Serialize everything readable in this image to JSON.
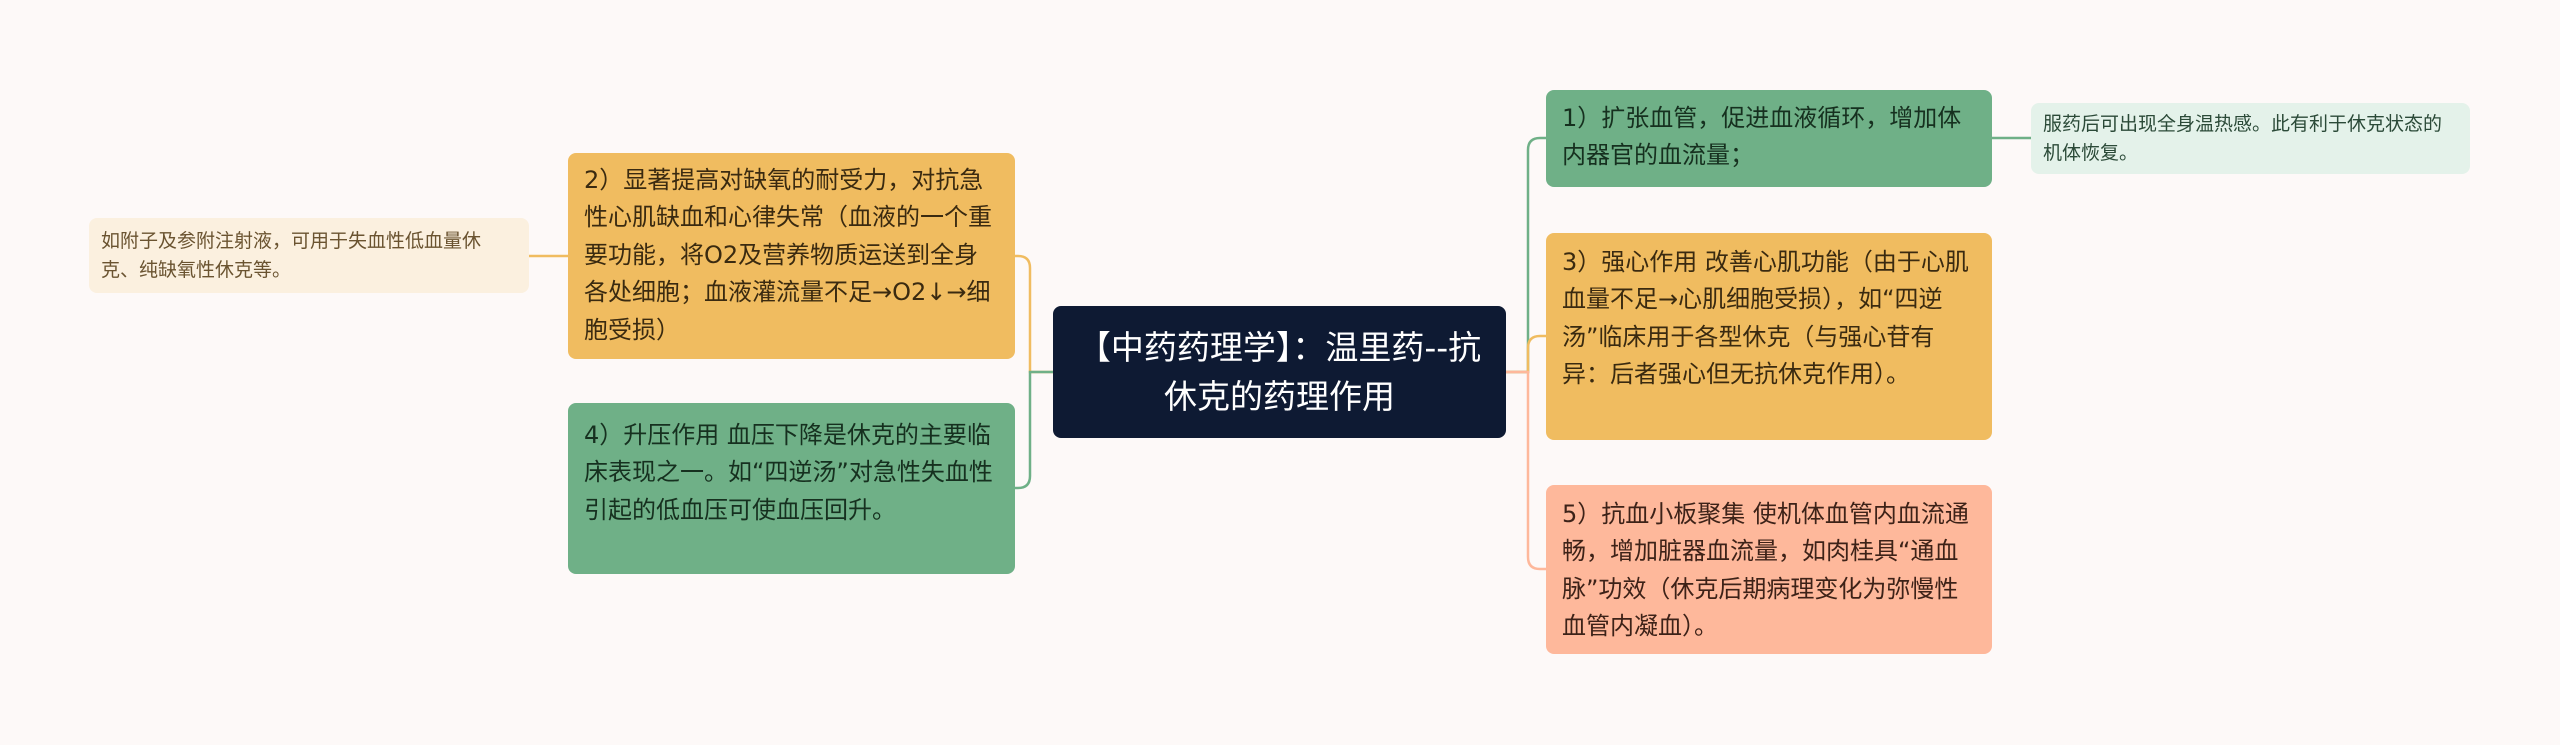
{
  "root": {
    "title": "【中药药理学】：温里药--抗休克的药理作用",
    "color": "#0e1a33"
  },
  "branches": {
    "b2": {
      "text": "2）显著提高对缺氧的耐受力，对抗急性心肌缺血和心律失常（血液的一个重要功能，将O2及营养物质运送到全身各处细胞；血液灌流量不足→O2↓→细胞受损）",
      "color": "#f0bc60",
      "note": "如附子及参附注射液，可用于失血性低血量休克、纯缺氧性休克等。"
    },
    "b4": {
      "text": "4）升压作用 血压下降是休克的主要临床表现之一。如“四逆汤”对急性失血性引起的低血压可使血压回升。",
      "color": "#6fb087"
    },
    "b1": {
      "text": "1）扩张血管，促进血液循环，增加体内器官的血流量；",
      "color": "#6fb087",
      "note": "服药后可出现全身温热感。此有利于休克状态的机体恢复。"
    },
    "b3": {
      "text": "3）强心作用 改善心肌功能（由于心肌血量不足→心肌细胞受损），如“四逆汤”临床用于各型休克（与强心苷有异：后者强心但无抗休克作用）。",
      "color": "#f0bc60"
    },
    "b5": {
      "text": "5）抗血小板聚集 使机体血管内血流通畅，增加脏器血流量，如肉桂具“通血脉”功效（休克后期病理变化为弥慢性血管内凝血）。",
      "color": "#feb89b"
    }
  },
  "connector_colors": {
    "left_upper": "#f0bc60",
    "left_lower": "#6fb087",
    "right_upper": "#6fb087",
    "right_middle": "#f0bc60",
    "right_lower": "#feb89b"
  }
}
